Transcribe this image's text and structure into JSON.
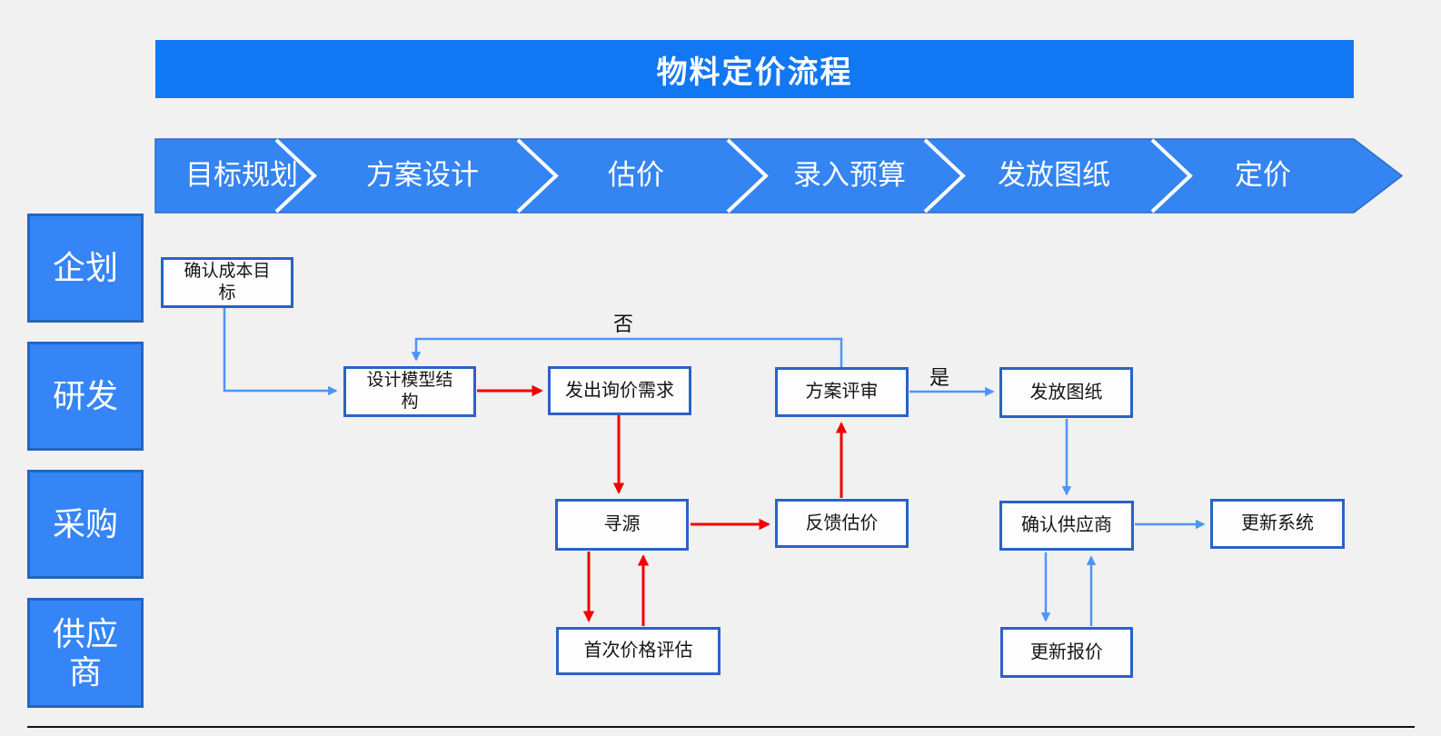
{
  "title_bar": {
    "title": "物料定价流程"
  },
  "phase_bar": {
    "phases": [
      {
        "label": "目标规划"
      },
      {
        "label": "方案设计"
      },
      {
        "label": "估价"
      },
      {
        "label": "录入预算"
      },
      {
        "label": "发放图纸"
      },
      {
        "label": "定价"
      }
    ]
  },
  "swimlanes": [
    {
      "label": "企划"
    },
    {
      "label": "研发"
    },
    {
      "label": "采购"
    },
    {
      "label": "供应\n商"
    }
  ],
  "flowchart": {
    "nodes": [
      {
        "id": "confirm-cost-target",
        "label": "确认成本目\n标",
        "lane": "企划"
      },
      {
        "id": "design-model-structure",
        "label": "设计模型结\n构",
        "lane": "研发"
      },
      {
        "id": "send-inquiry-request",
        "label": "发出询价需求",
        "lane": "研发"
      },
      {
        "id": "plan-review",
        "label": "方案评审",
        "lane": "研发"
      },
      {
        "id": "release-drawings",
        "label": "发放图纸",
        "lane": "研发"
      },
      {
        "id": "sourcing",
        "label": "寻源",
        "lane": "采购"
      },
      {
        "id": "feedback-estimate",
        "label": "反馈估价",
        "lane": "采购"
      },
      {
        "id": "confirm-supplier",
        "label": "确认供应商",
        "lane": "采购"
      },
      {
        "id": "update-system",
        "label": "更新系统",
        "lane": "采购"
      },
      {
        "id": "first-price-evaluation",
        "label": "首次价格评估",
        "lane": "供应商"
      },
      {
        "id": "update-quote",
        "label": "更新报价",
        "lane": "供应商"
      }
    ],
    "edge_labels": {
      "no": "否",
      "yes": "是"
    },
    "edges": [
      {
        "from": "confirm-cost-target",
        "to": "design-model-structure",
        "color": "blue"
      },
      {
        "from": "design-model-structure",
        "to": "send-inquiry-request",
        "color": "red"
      },
      {
        "from": "send-inquiry-request",
        "to": "sourcing",
        "color": "red"
      },
      {
        "from": "sourcing",
        "to": "feedback-estimate",
        "color": "red"
      },
      {
        "from": "feedback-estimate",
        "to": "plan-review",
        "color": "red"
      },
      {
        "from": "sourcing",
        "to": "first-price-evaluation",
        "color": "red"
      },
      {
        "from": "first-price-evaluation",
        "to": "sourcing",
        "color": "red"
      },
      {
        "from": "plan-review",
        "to": "design-model-structure",
        "color": "blue",
        "label": "否"
      },
      {
        "from": "plan-review",
        "to": "release-drawings",
        "color": "blue",
        "label": "是"
      },
      {
        "from": "release-drawings",
        "to": "confirm-supplier",
        "color": "blue"
      },
      {
        "from": "confirm-supplier",
        "to": "update-system",
        "color": "blue"
      },
      {
        "from": "confirm-supplier",
        "to": "update-quote",
        "color": "blue"
      },
      {
        "from": "update-quote",
        "to": "confirm-supplier",
        "color": "blue"
      }
    ]
  },
  "colors": {
    "canvas_bg": "#F0F1F0",
    "title_bar_blue": "#1277F2",
    "chevron_blue": "#3484F1",
    "chevron_border": "#2B6DC9",
    "lane_fill": "#3585F7",
    "lane_border": "#2365BC",
    "node_fill": "#FDFDFD",
    "node_border": "#2A62C8",
    "arrow_blue": "#4E94F7",
    "arrow_red": "#F20000",
    "text_dark": "#151515"
  }
}
